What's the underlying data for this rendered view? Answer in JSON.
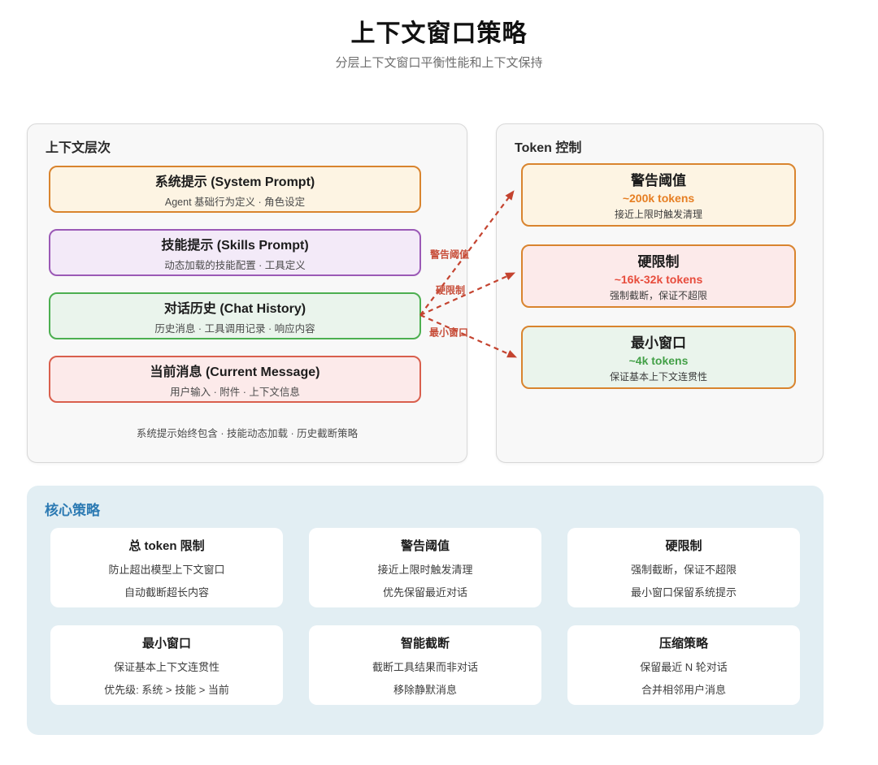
{
  "page": {
    "title": "上下文窗口策略",
    "subtitle": "分层上下文窗口平衡性能和上下文保持"
  },
  "context_layers": {
    "header": "上下文层次",
    "boxes": [
      {
        "title": "系统提示 (System Prompt)",
        "desc": "Agent 基础行为定义 · 角色设定",
        "border": "#d9842e",
        "bg": "#fdf4e3"
      },
      {
        "title": "技能提示 (Skills Prompt)",
        "desc": "动态加载的技能配置 · 工具定义",
        "border": "#9b59b6",
        "bg": "#f3eaf8"
      },
      {
        "title": "对话历史 (Chat History)",
        "desc": "历史消息 · 工具调用记录 · 响应内容",
        "border": "#4caf50",
        "bg": "#eaf4ec"
      },
      {
        "title": "当前消息 (Current Message)",
        "desc": "用户输入 · 附件 · 上下文信息",
        "border": "#d95f4d",
        "bg": "#fceaea"
      }
    ],
    "footnote": "系统提示始终包含 · 技能动态加载 · 历史截断策略"
  },
  "token_control": {
    "header": "Token 控制",
    "border_color": "#d9842e",
    "boxes": [
      {
        "title": "警告阈值",
        "value": "~200k tokens",
        "value_color": "#e67e22",
        "desc": "接近上限时触发清理",
        "bg": "#fdf4e3"
      },
      {
        "title": "硬限制",
        "value": "~16k-32k tokens",
        "value_color": "#e74c3c",
        "desc": "强制截断，保证不超限",
        "bg": "#fceaea"
      },
      {
        "title": "最小窗口",
        "value": "~4k tokens",
        "value_color": "#43a047",
        "desc": "保证基本上下文连贯性",
        "bg": "#eaf4ec"
      }
    ]
  },
  "arrows": {
    "color": "#c4432f",
    "labels": [
      {
        "text": "警告阈值"
      },
      {
        "text": "硬限制"
      },
      {
        "text": "最小窗口"
      }
    ]
  },
  "core_strategies": {
    "header": "核心策略",
    "header_color": "#2c7ab3",
    "cards": [
      {
        "title": "总 token 限制",
        "line1": "防止超出模型上下文窗口",
        "line2": "自动截断超长内容"
      },
      {
        "title": "警告阈值",
        "line1": "接近上限时触发清理",
        "line2": "优先保留最近对话"
      },
      {
        "title": "硬限制",
        "line1": "强制截断，保证不超限",
        "line2": "最小窗口保留系统提示"
      },
      {
        "title": "最小窗口",
        "line1": "保证基本上下文连贯性",
        "line2": "优先级: 系统 > 技能 > 当前"
      },
      {
        "title": "智能截断",
        "line1": "截断工具结果而非对话",
        "line2": "移除静默消息"
      },
      {
        "title": "压缩策略",
        "line1": "保留最近 N 轮对话",
        "line2": "合并相邻用户消息"
      }
    ]
  }
}
